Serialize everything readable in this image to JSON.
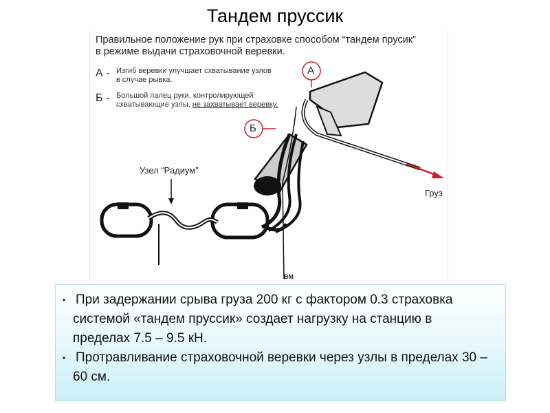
{
  "title": "Тандем пруссик",
  "figure": {
    "heading_line1": "Правильное положение рук при страховке способом “тандем прусик”",
    "heading_line2": "в режиме выдачи страховочной веревки.",
    "notes": [
      {
        "letter": "А -",
        "line1": "Изгиб веревки улучшает схватывание узлов",
        "line2": "в случае рывка."
      },
      {
        "letter": "Б -",
        "line1": "Большой палец руки, контролирующей",
        "line2a": "схватывающие узлы, ",
        "line2b": "не захватывает веревку."
      }
    ],
    "marker_a": "А",
    "marker_b": "Б",
    "knot_label": "Узел “Радиум”",
    "load_label": "Груз",
    "signature": "BM",
    "accent_color": "#c8202a"
  },
  "bullets": [
    "При задержании срыва груза 200 кг с фактором 0.3 страховка системой «тандем пруссик» создает нагрузку на станцию в пределах 7.5 – 9.5 кН.",
    "Протравливание страховочной веревки через узлы в пределах 30 – 60 см."
  ],
  "bullet_symbol": "•"
}
